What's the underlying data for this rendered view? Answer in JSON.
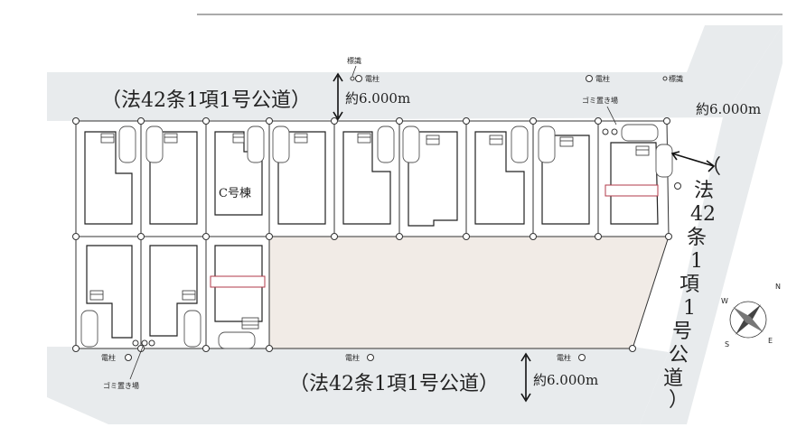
{
  "roads": {
    "north": {
      "label": "（法42条1項1号公道）",
      "width": "約6.000m"
    },
    "south": {
      "label": "（法42条1項1号公道）",
      "width": "約6.000m"
    },
    "east": {
      "width": "約6.000m",
      "vertical_chars": [
        "（",
        "法",
        "42",
        "条",
        "1",
        "項",
        "1",
        "号",
        "公",
        "道",
        "）"
      ]
    }
  },
  "markers": {
    "pole": "電柱",
    "sign": "標識",
    "garbage": "ゴミ置き場"
  },
  "lot_label": "C号棟",
  "compass": {
    "n": "N",
    "e": "E",
    "s": "S",
    "w": "W"
  },
  "colors": {
    "road": "#e8ebed",
    "area": "#f1ebe6",
    "accent": "#b23a48"
  }
}
